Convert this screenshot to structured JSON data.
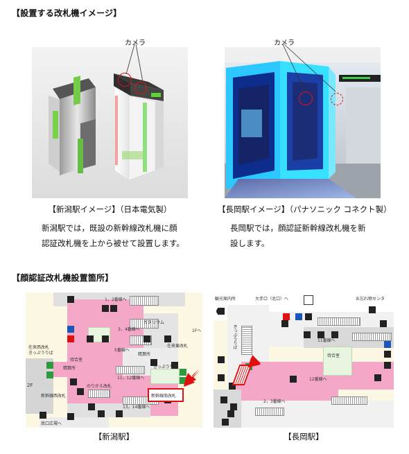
{
  "section1": {
    "title": "【設置する改札機イメージ】"
  },
  "niigata": {
    "camera_label": "カメラ",
    "caption": "【新潟駅イメージ】（日本電気製）",
    "desc_line1": "新潟駅では，既設の新幹線改札機に顔",
    "desc_line2": "認証改札機を上から被せて設置します。"
  },
  "nagaoka": {
    "camera_label": "カメラ",
    "caption": "【長岡駅イメージ】（パナソニック コネクト製）",
    "desc_line1": "長岡駅では，顔認証新幹線改札機を新",
    "desc_line2": "設します。"
  },
  "section2": {
    "title": "【顔認証改札機設置箇所】"
  },
  "map_niigata": {
    "caption": "【新潟駅】",
    "labels": {
      "track12": "1，2番線へ",
      "track34": "3，4番線へ",
      "gallery": "ガタリウム",
      "track56": "5番線へ",
      "seisan1": "精算所",
      "zairai_higashi": "在来東改札",
      "zairai_nishi": "在来西改札",
      "kippu1": "きっぷうりば",
      "machiai": "待合室",
      "seisan2": "精算所",
      "kippu2": "きっぷうりば",
      "track1112": "11，12番線へ",
      "norikae": "のりかえ改札",
      "shin_nishi": "新幹線西改札",
      "shin_minami": "新幹線南改札",
      "track1314": "13，14番線へ",
      "minamiguchi": "南口広場へ",
      "floor_1f": "1Fへ",
      "floor_2f": "2F"
    }
  },
  "map_nagaoka": {
    "caption": "【長岡駅】",
    "labels": {
      "kanko": "観光案内所",
      "otemon": "大手口（北口）へ",
      "wasuremono": "お忘れ物センタ",
      "kippu": "きっぷうりば",
      "track11": "11番線へ",
      "machiai": "待合室",
      "track12": "12番線へ",
      "track23": "2，3番線へ"
    }
  },
  "colors": {
    "highlight_red": "#e01010",
    "map_pink": "#f4a7c6",
    "map_cream": "#fdf8e4",
    "map_gray": "#d9d9d9"
  }
}
